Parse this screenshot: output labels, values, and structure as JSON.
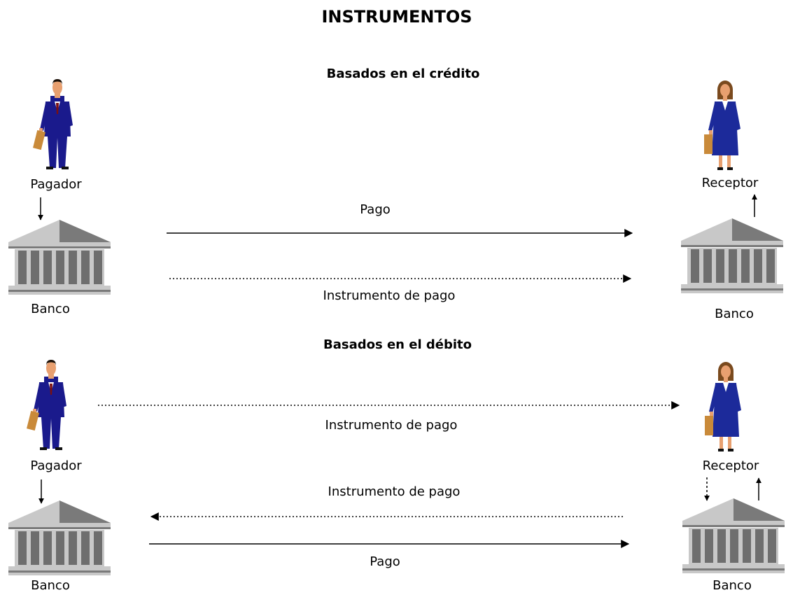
{
  "title": "INSTRUMENTOS",
  "credit": {
    "heading": "Basados en el crédito",
    "payer_label": "Pagador",
    "payer_bank_label": "Banco",
    "receiver_label": "Receptor",
    "receiver_bank_label": "Banco",
    "payment_label": "Pago",
    "instrument_label": "Instrumento de pago"
  },
  "debit": {
    "heading": "Basados en el débito",
    "payer_label": "Pagador",
    "payer_bank_label": "Banco",
    "receiver_label": "Receptor",
    "receiver_bank_label": "Banco",
    "instrument_top_label": "Instrumento de pago",
    "instrument_return_label": "Instrumento de pago",
    "payment_label": "Pago"
  },
  "colors": {
    "suit_man": "#1a1a8c",
    "suit_woman": "#1c2a9a",
    "skin": "#e8a070",
    "hair_man": "#1a1008",
    "hair_woman": "#7a4a1e",
    "briefcase": "#c98a3a",
    "bank_light": "#c8c8c8",
    "bank_dark": "#7a7a7a",
    "line": "#000000"
  }
}
